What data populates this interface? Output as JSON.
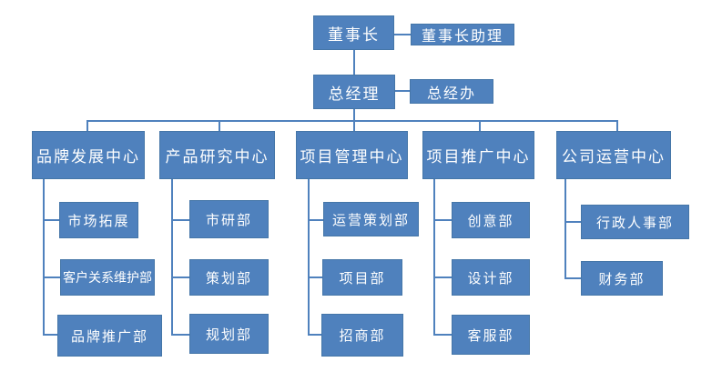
{
  "org_chart": {
    "colors": {
      "box_fill": "#4f81bd",
      "box_border": "#4576a8",
      "connector": "#4f81bd",
      "text": "#ffffff",
      "background": "#ffffff"
    },
    "chairman": {
      "label": "董事长"
    },
    "chairman_assistant": {
      "label": "董事长助理"
    },
    "general_manager": {
      "label": "总经理"
    },
    "gm_office": {
      "label": "总经办"
    },
    "centers": [
      {
        "label": "品牌发展中心",
        "children": [
          {
            "label": "市场拓展"
          },
          {
            "label": "客户关系维护部"
          },
          {
            "label": "品牌推广部"
          }
        ]
      },
      {
        "label": "产品研究中心",
        "children": [
          {
            "label": "市研部"
          },
          {
            "label": "策划部"
          },
          {
            "label": "规划部"
          }
        ]
      },
      {
        "label": "项目管理中心",
        "children": [
          {
            "label": "运营策划部"
          },
          {
            "label": "项目部"
          },
          {
            "label": "招商部"
          }
        ]
      },
      {
        "label": "项目推广中心",
        "children": [
          {
            "label": "创意部"
          },
          {
            "label": "设计部"
          },
          {
            "label": "客服部"
          }
        ]
      },
      {
        "label": "公司运营中心",
        "children": [
          {
            "label": "行政人事部"
          },
          {
            "label": "财务部"
          }
        ]
      }
    ]
  }
}
